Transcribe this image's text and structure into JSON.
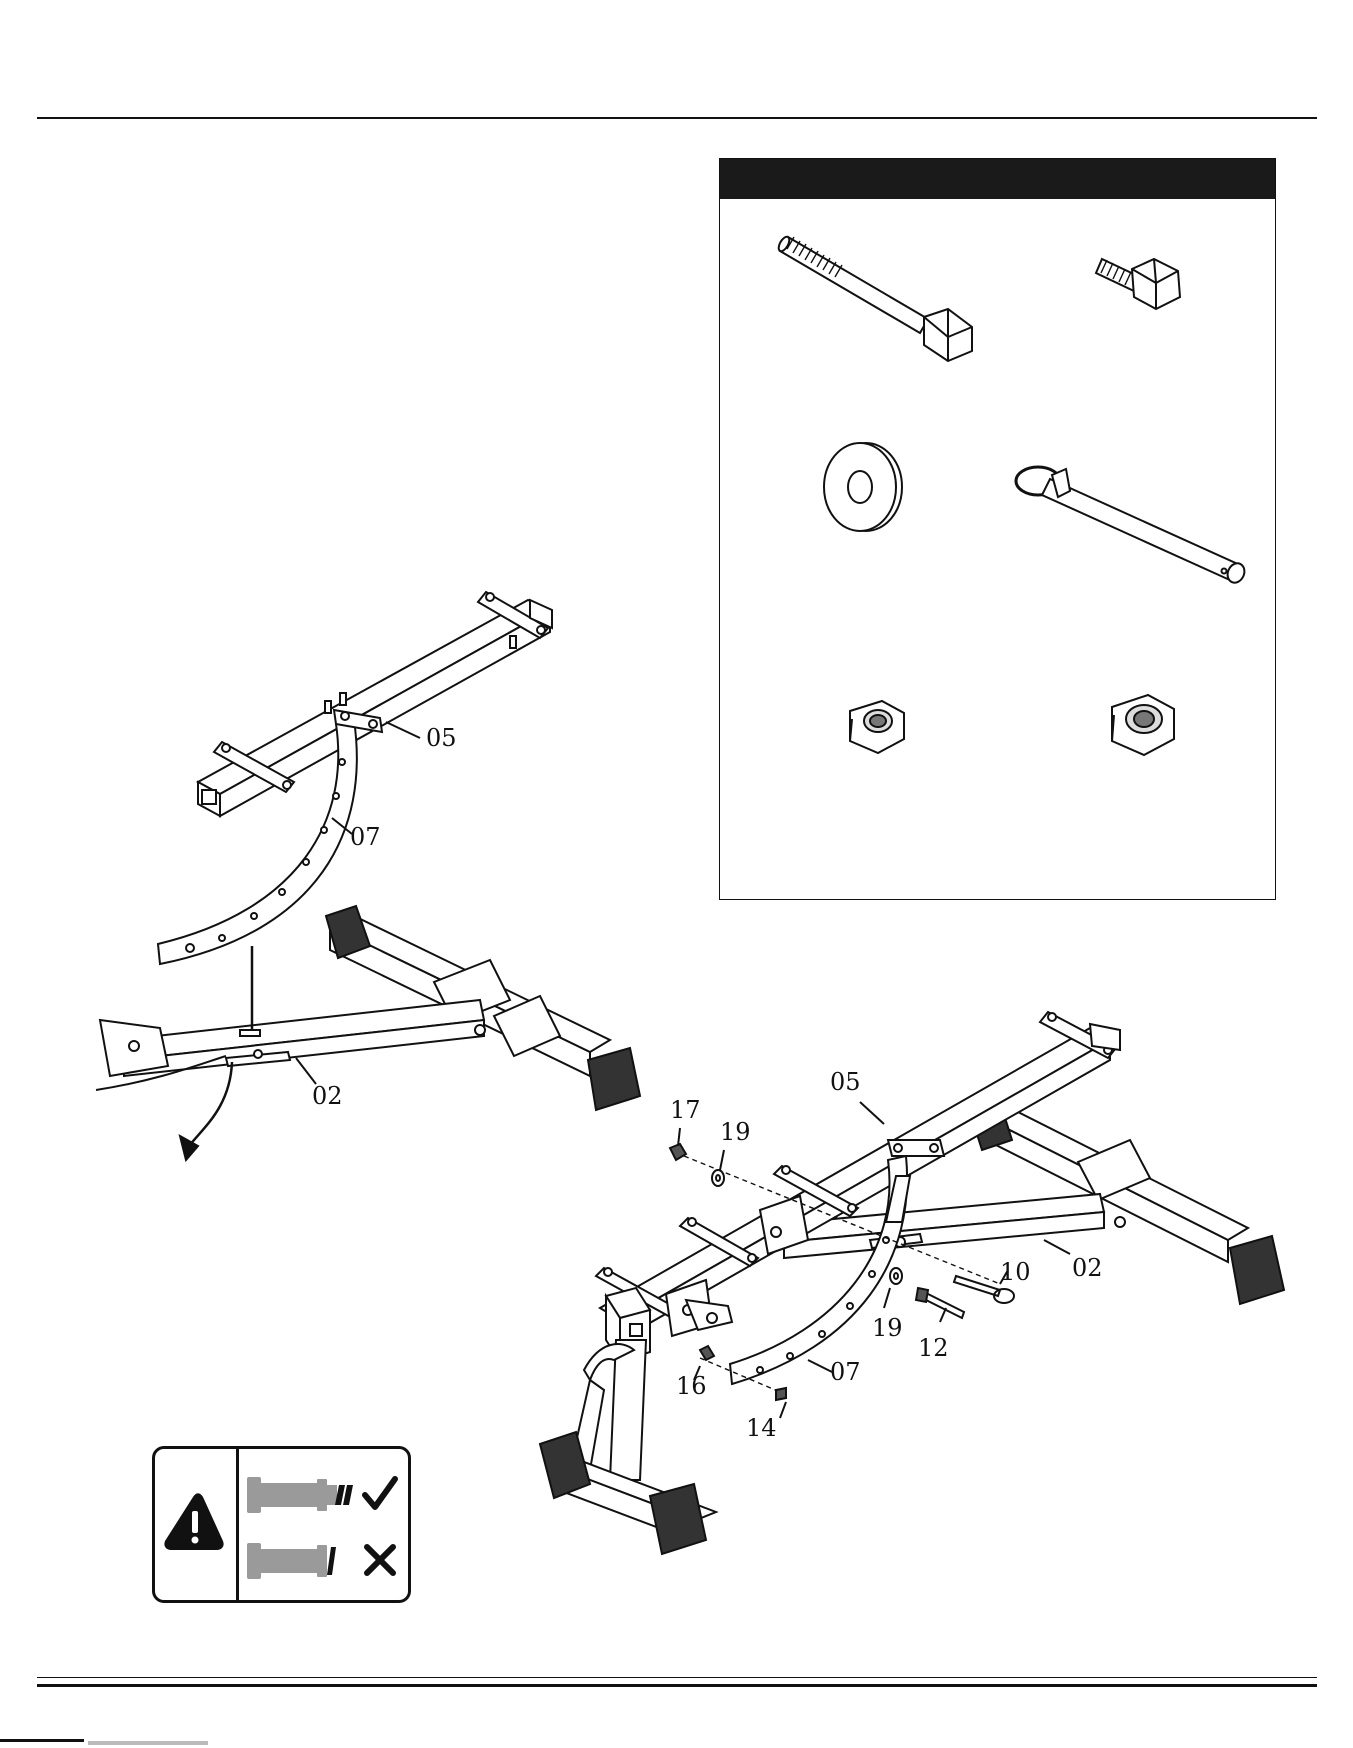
{
  "callouts": {
    "top_part_05": "05",
    "top_part_07": "07",
    "left_part_02": "02",
    "right_part_05": "05",
    "right_part_17": "17",
    "right_part_19a": "19",
    "right_part_10": "10",
    "right_part_02": "02",
    "right_part_19b": "19",
    "right_part_12": "12",
    "right_part_16": "16",
    "right_part_07": "07",
    "right_part_14": "14"
  },
  "hardware_items": [
    "long-bolt-icon",
    "short-bolt-icon",
    "flat-washer-icon",
    "pull-pin-icon",
    "small-nylon-nut-icon",
    "large-nylon-nut-icon"
  ],
  "warning": {
    "icon": "warning-triangle-icon",
    "correct_mark": "check-icon",
    "wrong_mark": "cross-icon"
  },
  "colors": {
    "ink": "#111111",
    "header_bar": "#1a1a1a",
    "bolt_gray": "#9a9a9a"
  }
}
